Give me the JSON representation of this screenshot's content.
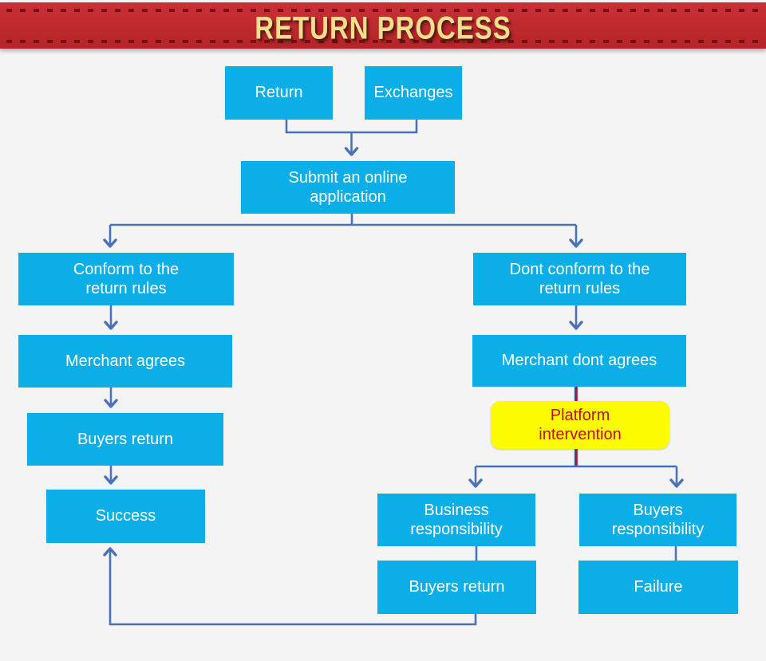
{
  "banner": {
    "title": "RETURN PROCESS"
  },
  "colors": {
    "banner_red": "#c22b30",
    "banner_stitch_dash": "#7a0f13",
    "banner_title_gold": "#f3de8c",
    "node_fill_cyan": "#0baee6",
    "node_text": "#ffffff",
    "connector_blue": "#4a72b8",
    "connector_dark_red": "#951c28",
    "highlight_fill_yellow": "#fbfb02",
    "highlight_text_red": "#c01010",
    "page_background": "#f4f4f5"
  },
  "flowchart": {
    "nodes": {
      "return": {
        "label": "Return"
      },
      "exchanges": {
        "label": "Exchanges"
      },
      "submit": {
        "label": "Submit an online application"
      },
      "conform": {
        "label": "Conform to the return rules"
      },
      "dont_conform": {
        "label": "Dont conform to the return rules"
      },
      "merchant_agrees": {
        "label": "Merchant agrees"
      },
      "merchant_dont_agrees": {
        "label": "Merchant dont agrees"
      },
      "platform_intervention": {
        "label": "Platform intervention"
      },
      "buyers_return_left": {
        "label": "Buyers return"
      },
      "success": {
        "label": "Success"
      },
      "business_responsibility": {
        "label": "Business responsibility"
      },
      "buyers_responsibility": {
        "label": "Buyers responsibility"
      },
      "buyers_return_right": {
        "label": "Buyers return"
      },
      "failure": {
        "label": "Failure"
      }
    }
  }
}
